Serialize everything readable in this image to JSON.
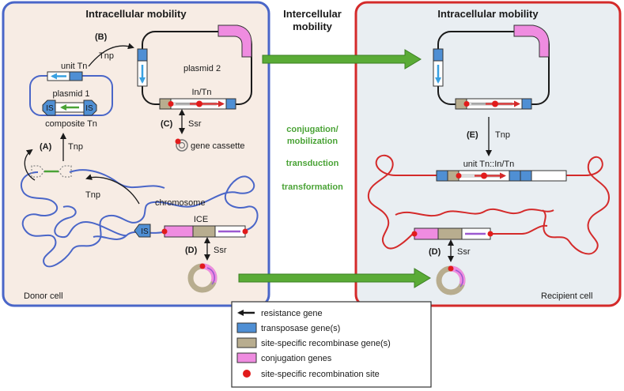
{
  "panels": {
    "donor": {
      "title": "Intracellular mobility",
      "label": "Donor cell",
      "fill": "#f7ece4",
      "border": "#4a66c8"
    },
    "middle": {
      "title_line1": "Intercellular",
      "title_line2": "mobility"
    },
    "recipient": {
      "title": "Intracellular mobility",
      "label": "Recipient cell",
      "fill": "#e9eef2",
      "border": "#d42a2a"
    }
  },
  "donor": {
    "step_a": "(A)",
    "step_b": "(B)",
    "step_c": "(C)",
    "step_d": "(D)",
    "tnp_b": "Tnp",
    "tnp_a": "Tnp",
    "tnp_chrom": "Tnp",
    "ssr_c": "Ssr",
    "ssr_d": "Ssr",
    "unit_tn": "unit Tn",
    "plasmid1": "plasmid 1",
    "composite_tn": "composite Tn",
    "plasmid2": "plasmid 2",
    "in_tn": "In/Tn",
    "gene_cassette": "gene cassette",
    "chromosome": "chromosome",
    "ice": "ICE",
    "is_left": "IS",
    "is_right": "IS",
    "is_chrom": "IS"
  },
  "transfer": {
    "line1": "conjugation/",
    "line2": "mobilization",
    "line3": "transduction",
    "line4": "transformation"
  },
  "recipient": {
    "step_e": "(E)",
    "tnp_e": "Tnp",
    "unit_tn_in_tn": "unit Tn::In/Tn",
    "step_d": "(D)",
    "ssr_d": "Ssr"
  },
  "legend": {
    "items": [
      {
        "label": "resistance gene"
      },
      {
        "label": "transposase gene(s)"
      },
      {
        "label": "site-specific recombinase gene(s)"
      },
      {
        "label": "conjugation genes"
      },
      {
        "label": "site-specific recombination site"
      }
    ]
  },
  "colors": {
    "transposase": "#4f8fd4",
    "recombinase": "#b8ad8f",
    "conjugation": "#ef8ce0",
    "site": "#e11b1b",
    "donor_dna": "#4a66c8",
    "recipient_dna": "#d42a2a",
    "arrow_green": "#5aab36"
  }
}
